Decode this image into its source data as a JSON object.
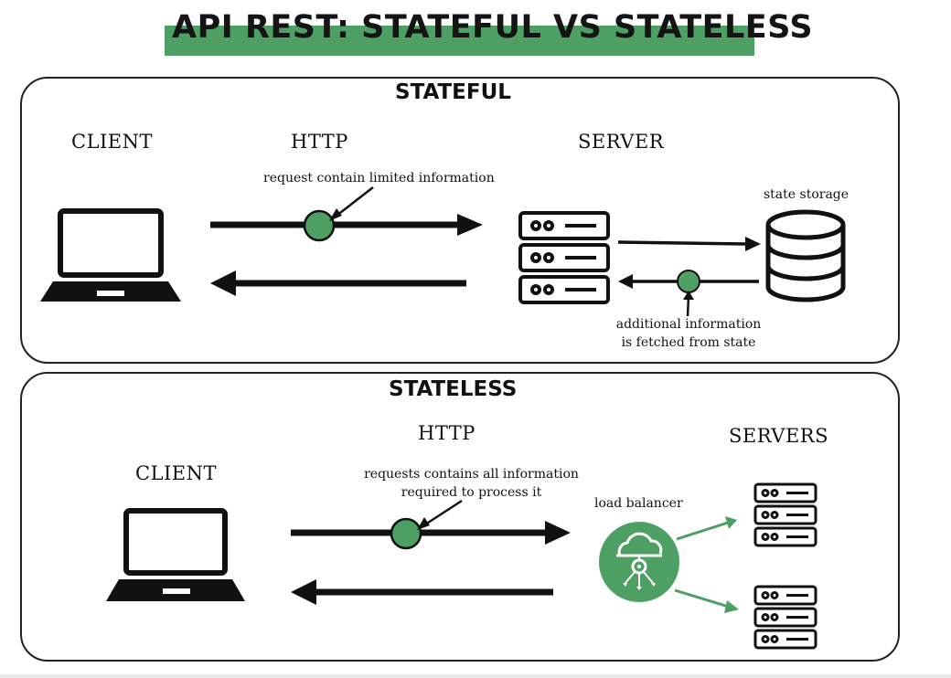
{
  "title": "API REST: STATEFUL VS STATELESS",
  "stateful": {
    "heading": "STATEFUL",
    "client_label": "CLIENT",
    "http_label": "HTTP",
    "server_label": "SERVER",
    "request_note": "request contain limited information",
    "storage_label": "state storage",
    "fetch_note_line1": "additional information",
    "fetch_note_line2": "is fetched from state"
  },
  "stateless": {
    "heading": "STATELESS",
    "client_label": "CLIENT",
    "http_label": "HTTP",
    "servers_label": "SERVERS",
    "request_note_line1": "requests contains all information",
    "request_note_line2": "required to process it",
    "balancer_label": "load balancer"
  },
  "colors": {
    "accent_green": "#4e9f64",
    "ink": "#111111"
  },
  "icons": [
    "laptop-icon",
    "server-rack-icon",
    "database-icon",
    "cloud-gear-icon",
    "arrow-icon"
  ]
}
